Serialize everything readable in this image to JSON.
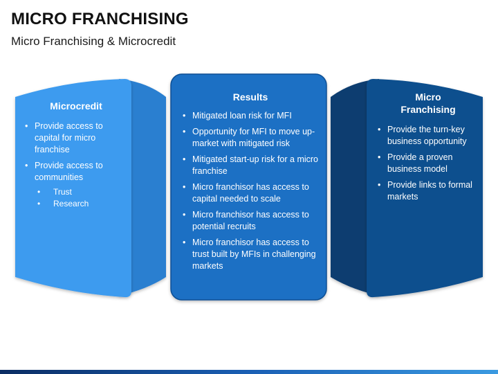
{
  "header": {
    "title": "MICRO FRANCHISING",
    "subtitle": "Micro Franchising & Microcredit"
  },
  "colors": {
    "left_panel": "#3d9bef",
    "left_side": "#2a7fd0",
    "center_panel": "#1a6fc4",
    "right_panel": "#0f4f8e",
    "right_side": "#0b3c6f"
  },
  "panels": {
    "microcredit": {
      "heading": "Microcredit",
      "items": [
        {
          "text": "Provide access to capital for micro franchise"
        },
        {
          "text": "Provide access to communities",
          "subitems": [
            "Trust",
            "Research"
          ]
        }
      ]
    },
    "results": {
      "heading": "Results",
      "items": [
        {
          "text": "Mitigated loan risk for MFI"
        },
        {
          "text": "Opportunity for MFI to move up-market with mitigated risk"
        },
        {
          "text": "Mitigated start-up risk for a micro franchise"
        },
        {
          "text": "Micro franchisor has access to capital needed to scale"
        },
        {
          "text": "Micro franchisor has access to potential recruits"
        },
        {
          "text": "Micro franchisor has access to trust built by MFIs in challenging markets"
        }
      ]
    },
    "micro_franchising": {
      "heading_line1": "Micro",
      "heading_line2": "Franchising",
      "items": [
        {
          "text": "Provide the turn-key business opportunity"
        },
        {
          "text": "Provide a proven business model"
        },
        {
          "text": "Provide links to formal markets"
        }
      ]
    }
  }
}
